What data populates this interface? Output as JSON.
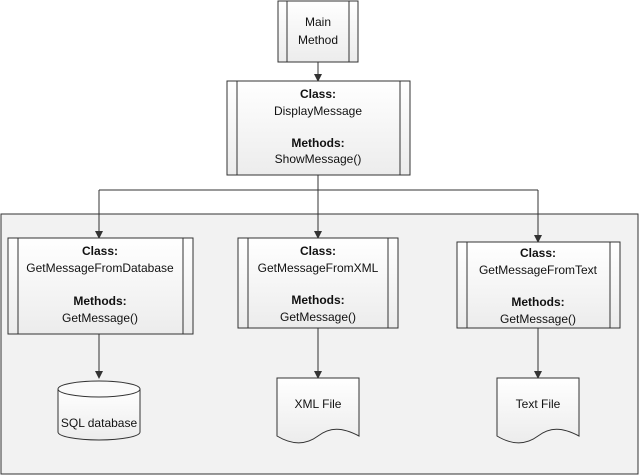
{
  "main": {
    "line1": "Main",
    "line2": "Method"
  },
  "display_message": {
    "class_label": "Class:",
    "class_name": "DisplayMessage",
    "methods_label": "Methods:",
    "method_name": "ShowMessage()"
  },
  "from_database": {
    "class_label": "Class:",
    "class_name": "GetMessageFromDatabase",
    "methods_label": "Methods:",
    "method_name": "GetMessage()"
  },
  "from_xml": {
    "class_label": "Class:",
    "class_name": "GetMessageFromXML",
    "methods_label": "Methods:",
    "method_name": "GetMessage()"
  },
  "from_text": {
    "class_label": "Class:",
    "class_name": "GetMessageFromText",
    "methods_label": "Methods:",
    "method_name": "GetMessage()"
  },
  "sql_database": {
    "label": "SQL database"
  },
  "xml_file": {
    "label": "XML File"
  },
  "text_file": {
    "label": "Text File"
  }
}
